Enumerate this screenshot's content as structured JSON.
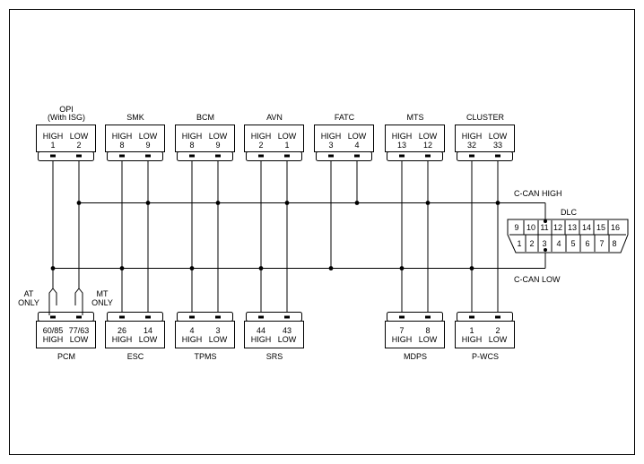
{
  "top_modules": [
    {
      "name": "OPI",
      "subname": "(With ISG)",
      "high_label": "HIGH",
      "low_label": "LOW",
      "high_pin": "1",
      "low_pin": "2"
    },
    {
      "name": "SMK",
      "subname": "",
      "high_label": "HIGH",
      "low_label": "LOW",
      "high_pin": "8",
      "low_pin": "9"
    },
    {
      "name": "BCM",
      "subname": "",
      "high_label": "HIGH",
      "low_label": "LOW",
      "high_pin": "8",
      "low_pin": "9"
    },
    {
      "name": "AVN",
      "subname": "",
      "high_label": "HIGH",
      "low_label": "LOW",
      "high_pin": "2",
      "low_pin": "1"
    },
    {
      "name": "FATC",
      "subname": "",
      "high_label": "HIGH",
      "low_label": "LOW",
      "high_pin": "3",
      "low_pin": "4"
    },
    {
      "name": "MTS",
      "subname": "",
      "high_label": "HIGH",
      "low_label": "LOW",
      "high_pin": "13",
      "low_pin": "12"
    },
    {
      "name": "CLUSTER",
      "subname": "",
      "high_label": "HIGH",
      "low_label": "LOW",
      "high_pin": "32",
      "low_pin": "33"
    }
  ],
  "bottom_modules": [
    {
      "name": "PCM",
      "high_label": "HIGH",
      "low_label": "LOW",
      "high_pin": "60/85",
      "low_pin": "77/63"
    },
    {
      "name": "ESC",
      "high_label": "HIGH",
      "low_label": "LOW",
      "high_pin": "26",
      "low_pin": "14"
    },
    {
      "name": "TPMS",
      "high_label": "HIGH",
      "low_label": "LOW",
      "high_pin": "4",
      "low_pin": "3"
    },
    {
      "name": "SRS",
      "high_label": "HIGH",
      "low_label": "LOW",
      "high_pin": "44",
      "low_pin": "43"
    },
    {
      "name": "MDPS",
      "high_label": "HIGH",
      "low_label": "LOW",
      "high_pin": "7",
      "low_pin": "8"
    },
    {
      "name": "P-WCS",
      "high_label": "HIGH",
      "low_label": "LOW",
      "high_pin": "1",
      "low_pin": "2"
    }
  ],
  "bus": {
    "high_label": "C-CAN HIGH",
    "low_label": "C-CAN LOW"
  },
  "pcm_options": {
    "at": [
      "AT",
      "ONLY"
    ],
    "mt": [
      "MT",
      "ONLY"
    ]
  },
  "dlc": {
    "label": "DLC",
    "top_row": [
      "9",
      "10",
      "11",
      "12",
      "13",
      "14",
      "15",
      "16"
    ],
    "bottom_row": [
      "1",
      "2",
      "3",
      "4",
      "5",
      "6",
      "7",
      "8"
    ]
  }
}
